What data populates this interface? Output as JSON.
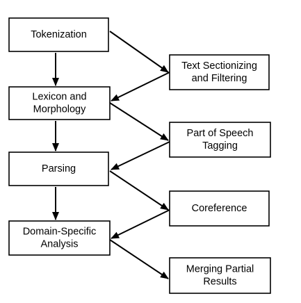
{
  "diagram": {
    "nodes": [
      {
        "id": "tokenization",
        "lines": [
          "Tokenization"
        ]
      },
      {
        "id": "lexicon",
        "lines": [
          "Lexicon and",
          "Morphology"
        ]
      },
      {
        "id": "parsing",
        "lines": [
          "Parsing"
        ]
      },
      {
        "id": "domain",
        "lines": [
          "Domain-Specific",
          "Analysis"
        ]
      },
      {
        "id": "sectioning",
        "lines": [
          "Text Sectionizing",
          "and Filtering"
        ]
      },
      {
        "id": "pos",
        "lines": [
          "Part of Speech",
          "Tagging"
        ]
      },
      {
        "id": "coreference",
        "lines": [
          "Coreference"
        ]
      },
      {
        "id": "merging",
        "lines": [
          "Merging Partial",
          "Results"
        ]
      }
    ],
    "edges": [
      {
        "from": "tokenization",
        "to": "lexicon"
      },
      {
        "from": "lexicon",
        "to": "parsing"
      },
      {
        "from": "parsing",
        "to": "domain"
      },
      {
        "from": "tokenization",
        "to": "sectioning"
      },
      {
        "from": "sectioning",
        "to": "lexicon"
      },
      {
        "from": "lexicon",
        "to": "pos"
      },
      {
        "from": "pos",
        "to": "parsing"
      },
      {
        "from": "parsing",
        "to": "coreference"
      },
      {
        "from": "coreference",
        "to": "domain"
      },
      {
        "from": "domain",
        "to": "merging"
      }
    ],
    "colors": {
      "stroke": "#000000",
      "fill": "#ffffff",
      "text": "#000000"
    }
  }
}
